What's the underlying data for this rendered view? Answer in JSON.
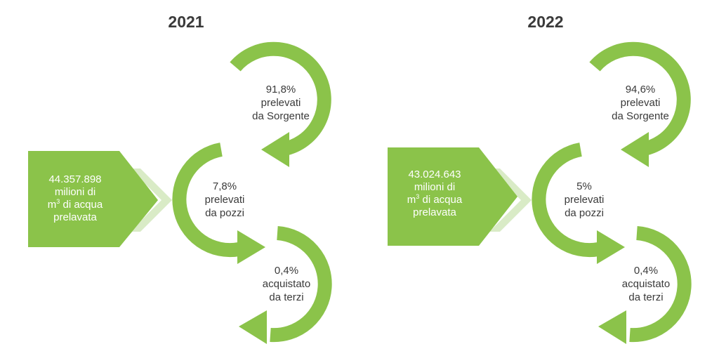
{
  "colors": {
    "arrow_green": "#8bc34a",
    "box_green": "#8bc34a",
    "chevron_light": "#cfe6b8",
    "text_dark": "#3a3a3a"
  },
  "panels": [
    {
      "year": "2021",
      "total_line1": "44.357.898",
      "total_line2": "milioni di",
      "total_line3_pre": "m",
      "total_line3_sup": "3",
      "total_line3_post": " di acqua",
      "total_line4": "prelavata",
      "spring": {
        "pct": "91,8%",
        "line2": "prelevati",
        "line3": "da Sorgente"
      },
      "wells": {
        "pct": "7,8%",
        "line2": "prelevati",
        "line3": "da pozzi"
      },
      "third": {
        "pct": "0,4%",
        "line2": "acquistato",
        "line3": "da terzi"
      }
    },
    {
      "year": "2022",
      "total_line1": "43.024.643",
      "total_line2": "milioni di",
      "total_line3_pre": "m",
      "total_line3_sup": "3",
      "total_line3_post": " di acqua",
      "total_line4": "prelavata",
      "spring": {
        "pct": "94,6%",
        "line2": "prelevati",
        "line3": "da Sorgente"
      },
      "wells": {
        "pct": "5%",
        "line2": "prelevati",
        "line3": "da pozzi"
      },
      "third": {
        "pct": "0,4%",
        "line2": "acquistato",
        "line3": "da terzi"
      }
    }
  ]
}
